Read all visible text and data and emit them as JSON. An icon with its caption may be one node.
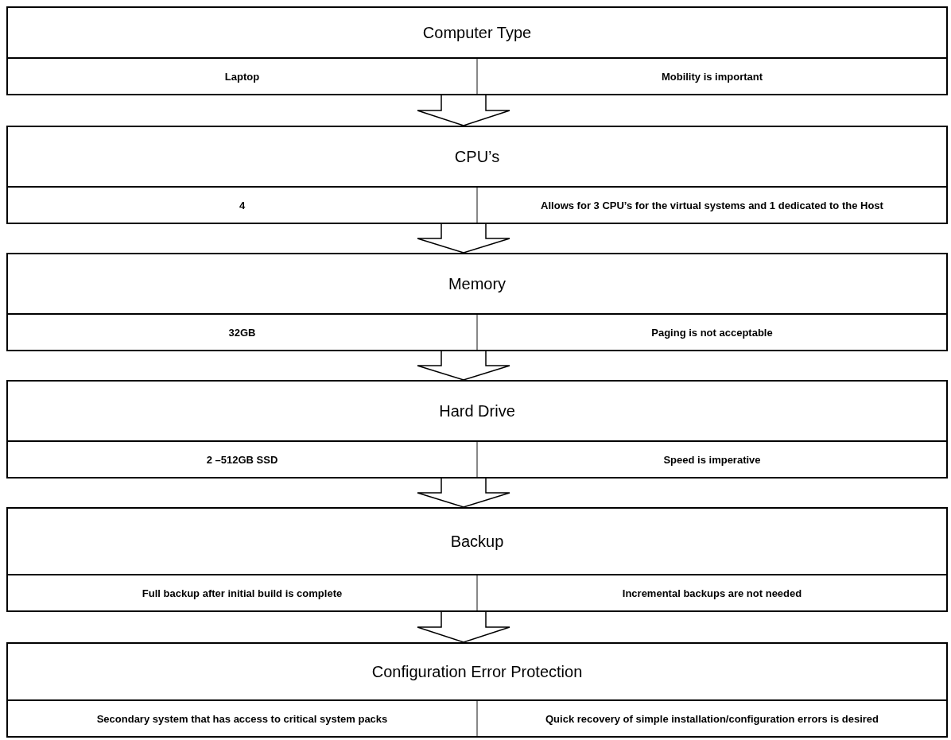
{
  "diagram": {
    "nodes": [
      {
        "text": [
          "Computer Type"
        ]
      },
      {
        "text": [
          "Laptop"
        ],
        "in": 0
      },
      {
        "text": [
          "Mobility is important"
        ],
        "in": 0
      },
      {
        "text": [
          "CPU’s"
        ]
      },
      {
        "text": [
          "4"
        ],
        "in": 3
      },
      {
        "text": [
          "Allows for 3 CPU’s for the virtual systems and 1 dedicated to the Host"
        ],
        "in": 3
      },
      {
        "text": [
          "Memory"
        ]
      },
      {
        "text": [
          "32GB"
        ],
        "in": 6
      },
      {
        "text": [
          "Paging is not acceptable"
        ],
        "in": 6
      },
      {
        "text": [
          "Hard Drive"
        ]
      },
      {
        "text": [
          "2 –512GB SSD"
        ],
        "in": 9
      },
      {
        "text": [
          "Speed is imperative"
        ],
        "in": 9
      },
      {
        "text": [
          "Backup"
        ]
      },
      {
        "text": [
          "Full backup after initial build is complete"
        ],
        "in": 12
      },
      {
        "text": [
          "Incremental backups are not needed"
        ],
        "in": 12
      },
      {
        "text": [
          "Configuration Error Protection"
        ]
      },
      {
        "text": [
          "Secondary system that has access to critical system packs"
        ],
        "in": 15
      },
      {
        "text": [
          "Quick recovery of simple installation/configuration errors is desired"
        ],
        "in": 15
      }
    ],
    "edges": [
      {
        "from": 0,
        "to": 3,
        "arrow": "to"
      },
      {
        "from": 3,
        "to": 6,
        "arrow": "to"
      },
      {
        "from": 6,
        "to": 9,
        "arrow": "to"
      },
      {
        "from": 9,
        "to": 12,
        "arrow": "to"
      },
      {
        "from": 12,
        "to": 15,
        "arrow": "to"
      }
    ]
  }
}
